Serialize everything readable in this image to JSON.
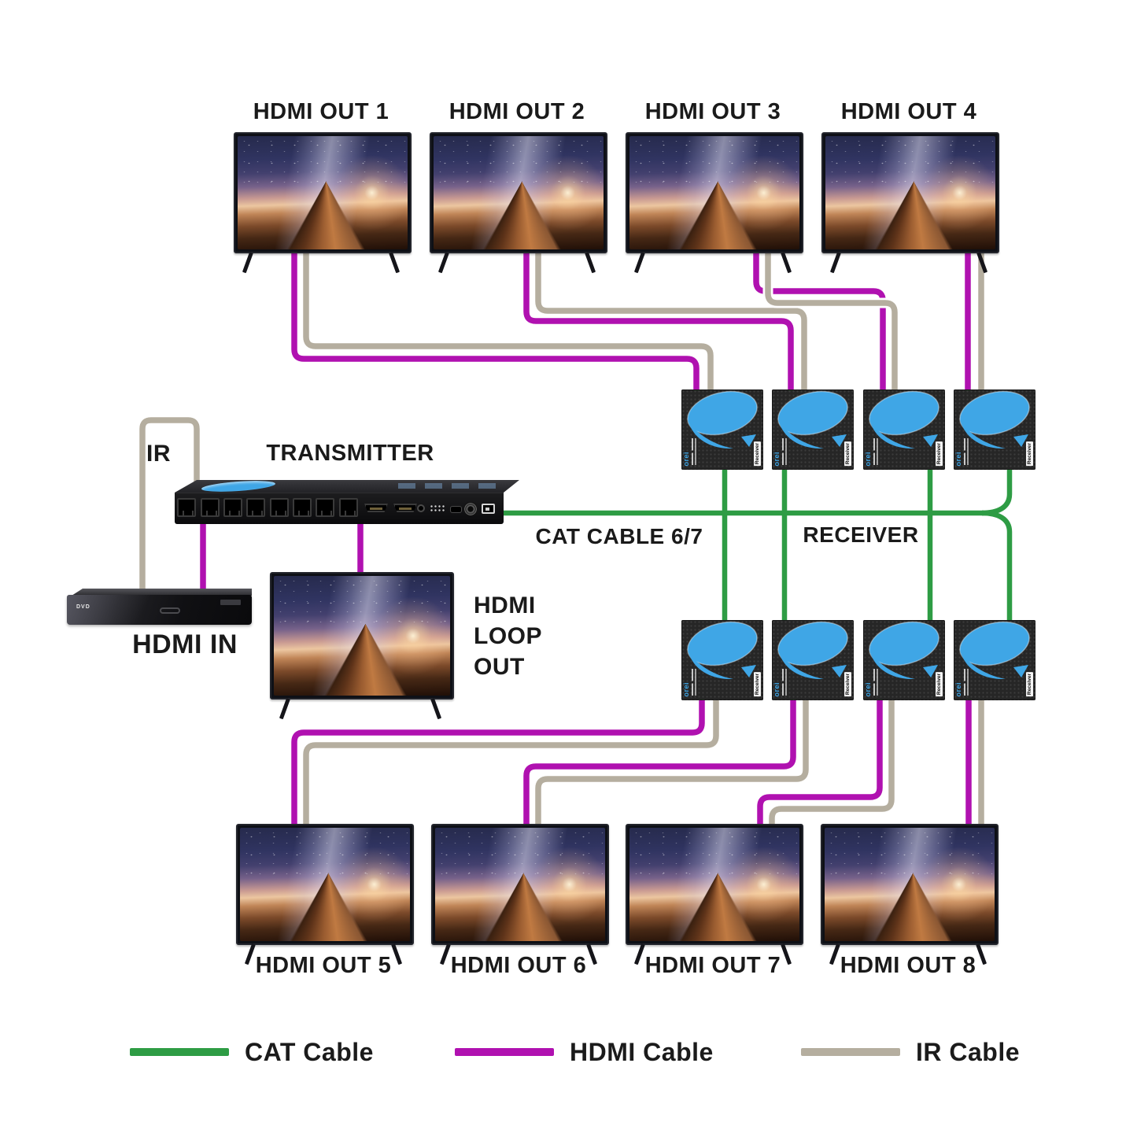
{
  "diagram": {
    "top_outputs": [
      {
        "label": "HDMI OUT 1"
      },
      {
        "label": "HDMI OUT 2"
      },
      {
        "label": "HDMI OUT 3"
      },
      {
        "label": "HDMI OUT 4"
      }
    ],
    "bottom_outputs": [
      {
        "label": "HDMI OUT 5"
      },
      {
        "label": "HDMI OUT 6"
      },
      {
        "label": "HDMI OUT 7"
      },
      {
        "label": "HDMI OUT 8"
      }
    ],
    "labels": {
      "ir": "IR",
      "transmitter": "TRANSMITTER",
      "cat_cable": "CAT CABLE 6/7",
      "receiver": "RECEIVER",
      "hdmi_in": "HDMI IN",
      "hdmi_loop_line1": "HDMI",
      "hdmi_loop_line2": "LOOP",
      "hdmi_loop_line3": "OUT"
    },
    "source_device_mark": "DVD",
    "receiver_unit": {
      "brand": "orei",
      "tag": "Receiver"
    },
    "legend": [
      {
        "id": "cat",
        "label": "CAT Cable",
        "color": "#2e9c44"
      },
      {
        "id": "hdmi",
        "label": "HDMI Cable",
        "color": "#b011b0"
      },
      {
        "id": "ir",
        "label": "IR Cable",
        "color": "#b5ae9f"
      }
    ],
    "colors": {
      "cat": "#2e9c44",
      "hdmi": "#b011b0",
      "ir": "#b5ae9f",
      "brand_blue": "#3fa6e6"
    }
  }
}
